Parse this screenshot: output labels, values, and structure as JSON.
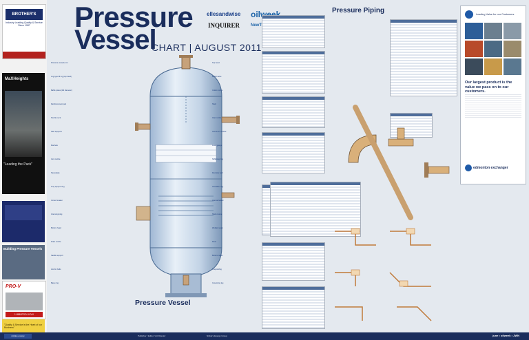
{
  "header": {
    "title_line1": "Pressure",
    "title_line2": "Vessel",
    "subtitle": "CHART | AUGUST 2011",
    "sponsors": [
      "ellesandwise",
      "INQUIRER",
      "oilweek",
      "NewTechnology"
    ]
  },
  "vessel": {
    "caption": "Pressure Vessel",
    "callouts_left": [
      "Pressure vessels, 6.1",
      "Lug type lift lug (top head)",
      "Baffle plates (full diameter)",
      "Reinforcement pad",
      "Nozzle neck",
      "Skirt supports",
      "Manhole",
      "Vent nozzle",
      "Nameplate",
      "Tray support ring",
      "Vortex breaker",
      "Internal piping",
      "Bottom head",
      "Drain nozzle",
      "Saddle support",
      "Anchor bolts",
      "Base ring"
    ],
    "callouts_right": [
      "Top head",
      "Relief valve",
      "Outlet nozzle",
      "Shell",
      "Inlet nozzle",
      "Instrument nozzle",
      "Level gauge",
      "Stiffening ring",
      "Demister pad",
      "Insulation ring",
      "Internal ladder",
      "Shell course",
      "Welded seam",
      "Davit",
      "Bottom outlet",
      "Fireproofing",
      "Grounding lug"
    ]
  },
  "piping": {
    "title": "Pressure Piping"
  },
  "ads": {
    "brothers": {
      "name": "BROTHER'S",
      "tagline": "Industry Leading Quality & Service Since 1987"
    },
    "maxheights": {
      "name": "MaXHeights",
      "slogan": "\"Leading the Pack\""
    },
    "building": {
      "head": "Building Pressure Vessels"
    },
    "prov": {
      "name": "PRO-V",
      "phone": "1-888-PRO-VVVV"
    },
    "quality": {
      "text": "\"Quality & Service is the Heart of our Business\""
    },
    "right": {
      "slogan": "Leading Value for our Customers",
      "head": "Our largest product is the value we pass on to our customers.",
      "brand": "edmonton exchanger"
    }
  },
  "footer": {
    "logo": "nickles energy",
    "left_text": "Publisher / Editor / Art Director",
    "mid_text": "Nickle's Energy Group",
    "right_text": "june • oilweek • JWN"
  },
  "colors": {
    "navy": "#1a2d5c",
    "accent": "#1e5aa8",
    "bg": "#e4e9ef"
  }
}
